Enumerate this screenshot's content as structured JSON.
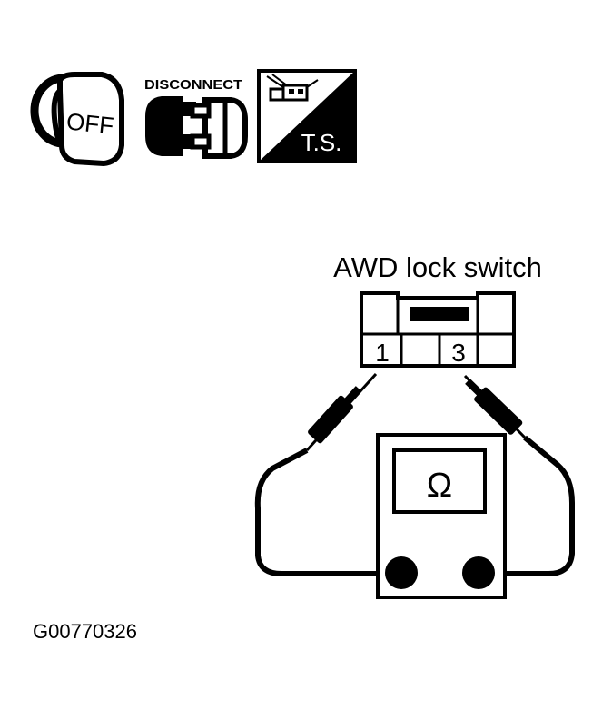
{
  "icons": {
    "ignition": {
      "label": "OFF",
      "icon": "ignition-key-off-icon"
    },
    "disconnect": {
      "label": "DISCONNECT",
      "icon": "connector-disconnect-icon"
    },
    "test_system": {
      "label": "T.S.",
      "icon": "test-system-icon"
    }
  },
  "connector": {
    "title": "AWD lock switch",
    "terminal_left": "1",
    "terminal_right": "3"
  },
  "ohmmeter": {
    "symbol": "Ω"
  },
  "figure_code": "G00770326",
  "colors": {
    "ink": "#000000",
    "paper": "#ffffff"
  }
}
